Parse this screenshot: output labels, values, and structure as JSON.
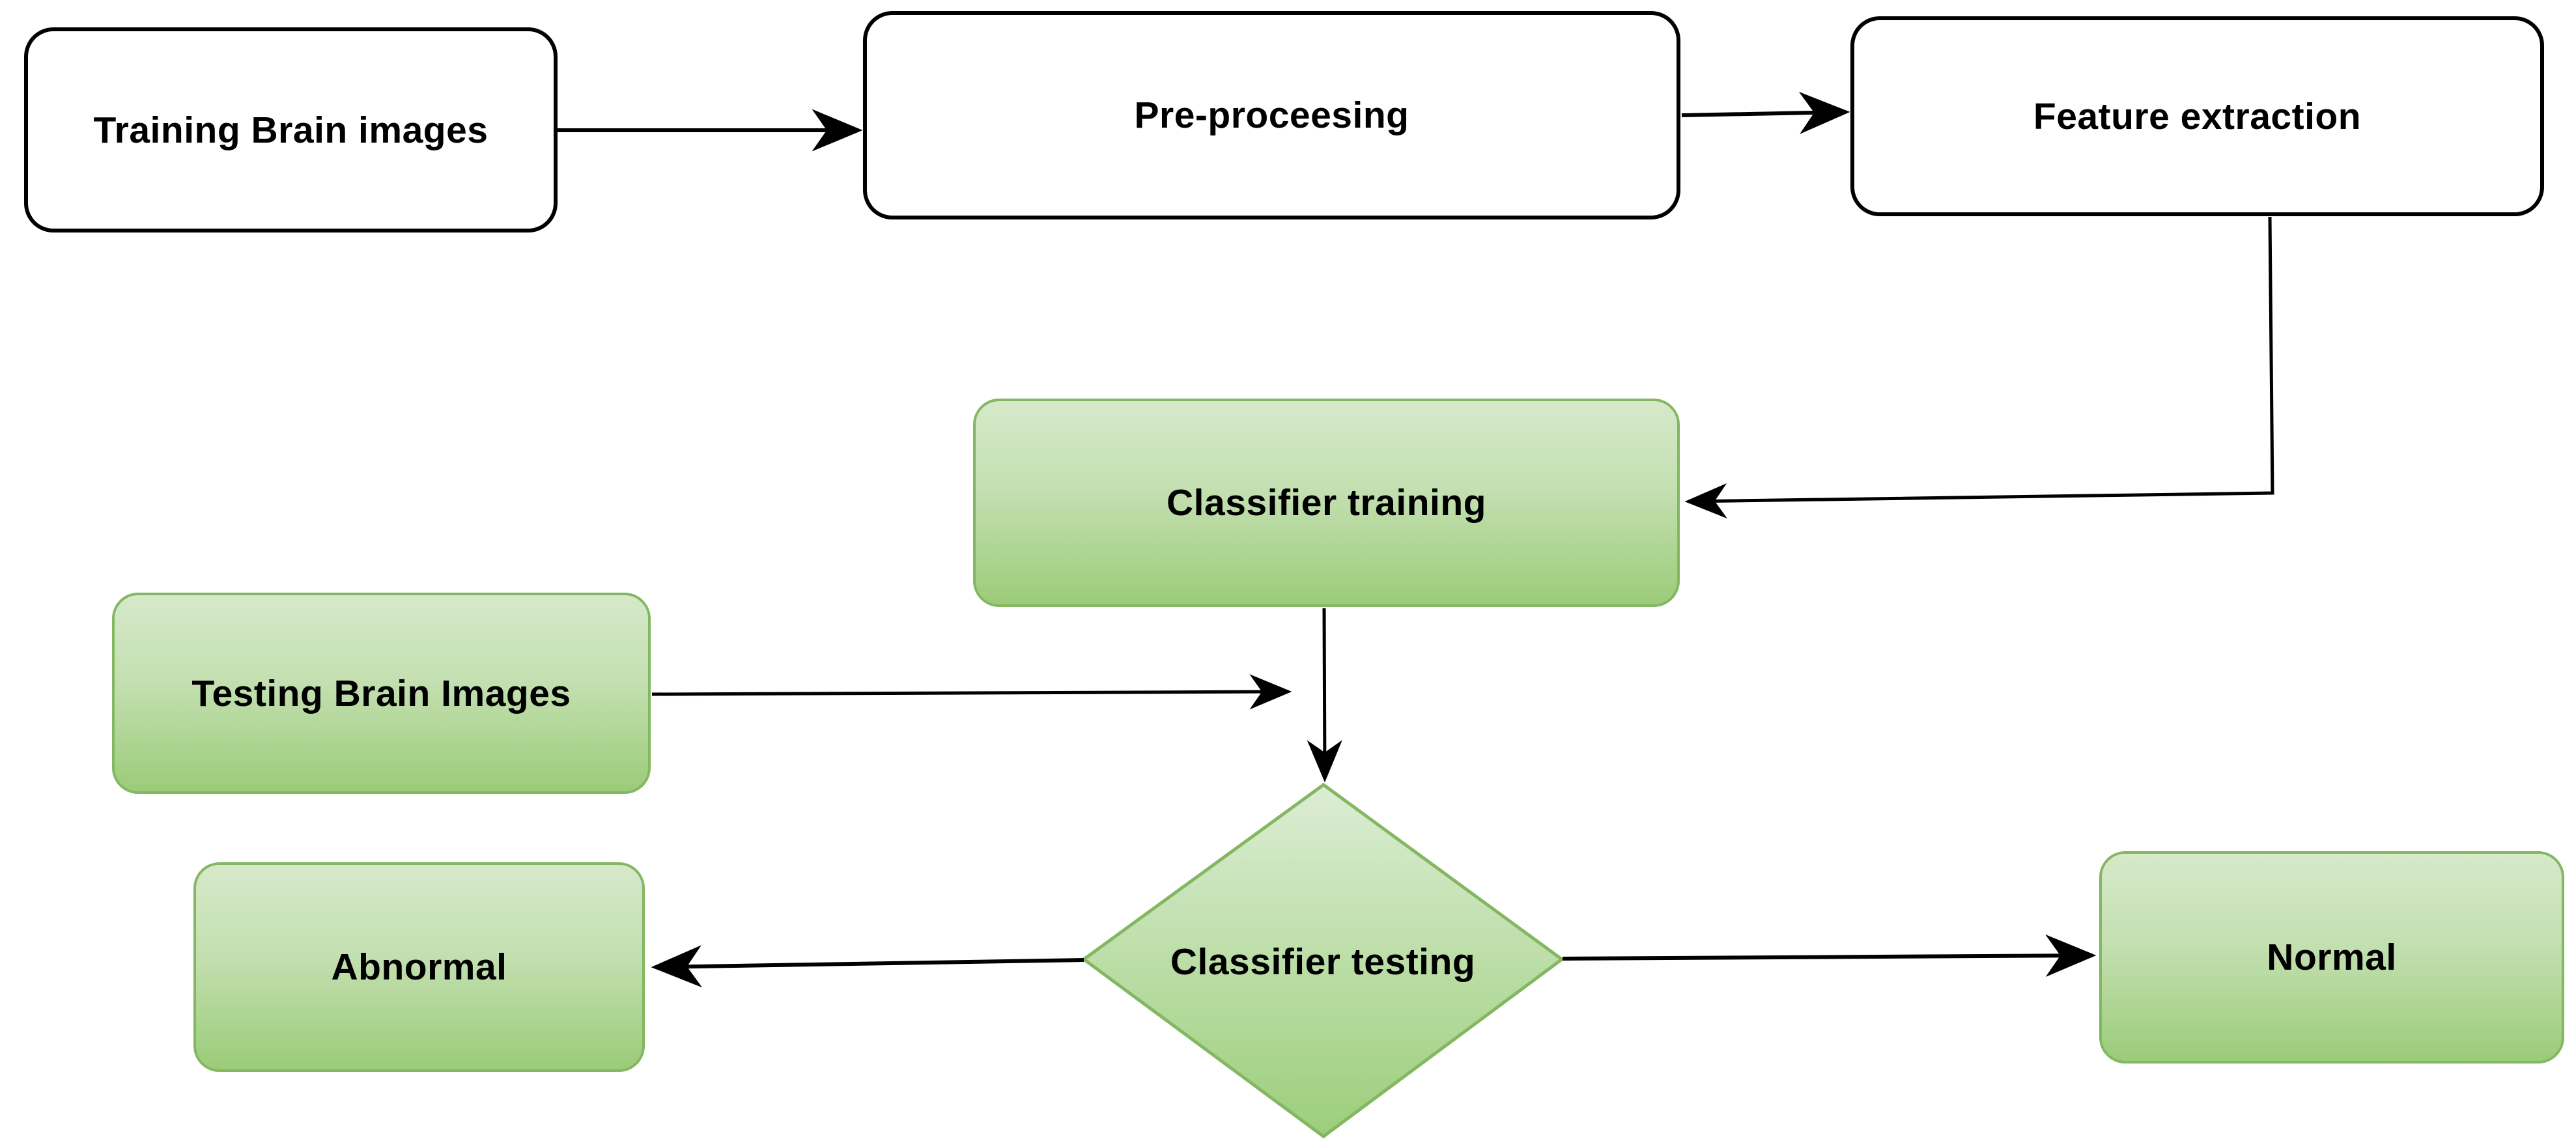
{
  "diagram": {
    "type": "flowchart",
    "nodes": {
      "training": {
        "label": "Training Brain images",
        "shape": "rounded-rect",
        "fill": "white"
      },
      "preprocessing": {
        "label": "Pre-proceesing",
        "shape": "rounded-rect",
        "fill": "white"
      },
      "feature_extraction": {
        "label": "Feature extraction",
        "shape": "rounded-rect",
        "fill": "white"
      },
      "classifier_training": {
        "label": "Classifier training",
        "shape": "rounded-rect",
        "fill": "green-gradient"
      },
      "testing": {
        "label": "Testing Brain Images",
        "shape": "rounded-rect",
        "fill": "green-gradient"
      },
      "classifier_testing": {
        "label": "Classifier testing",
        "shape": "diamond",
        "fill": "green-gradient"
      },
      "abnormal": {
        "label": "Abnormal",
        "shape": "rounded-rect",
        "fill": "green-gradient"
      },
      "normal": {
        "label": "Normal",
        "shape": "rounded-rect",
        "fill": "green-gradient"
      }
    },
    "edges": [
      {
        "from": "training",
        "to": "preprocessing",
        "arrow": "right"
      },
      {
        "from": "preprocessing",
        "to": "feature_extraction",
        "arrow": "right"
      },
      {
        "from": "feature_extraction",
        "to": "classifier_training",
        "arrow": "left",
        "route": "down-then-left"
      },
      {
        "from": "classifier_training",
        "to": "classifier_testing",
        "arrow": "down"
      },
      {
        "from": "testing",
        "to": "classifier_training_to_classifier_testing_line",
        "arrow": "right"
      },
      {
        "from": "classifier_testing",
        "to": "abnormal",
        "arrow": "left"
      },
      {
        "from": "classifier_testing",
        "to": "normal",
        "arrow": "right"
      }
    ],
    "colors": {
      "white_box_fill": "#ffffff",
      "white_box_border": "#000000",
      "green_gradient_top": "#d6e9ca",
      "green_gradient_bottom": "#9bcc79",
      "green_border": "#84b762",
      "connector": "#000000",
      "text": "#000000"
    }
  }
}
